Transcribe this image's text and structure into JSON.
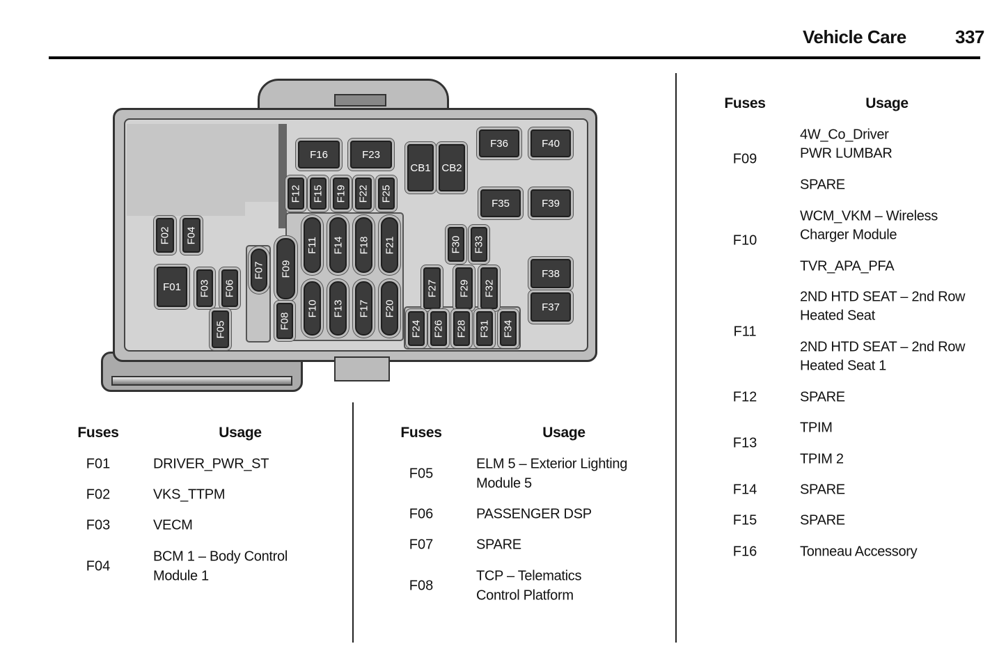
{
  "header": {
    "section": "Vehicle Care",
    "page": "337"
  },
  "diagram": {
    "labels": [
      "F16",
      "F23",
      "CB1",
      "CB2",
      "F36",
      "F40",
      "F35",
      "F39",
      "F38",
      "F37",
      "F01",
      "F12",
      "F15",
      "F19",
      "F22",
      "F25",
      "F11",
      "F14",
      "F18",
      "F21",
      "F10",
      "F13",
      "F17",
      "F20",
      "F02",
      "F04",
      "F03",
      "F06",
      "F05",
      "F07",
      "F09",
      "F08",
      "F30",
      "F33",
      "F27",
      "F29",
      "F32",
      "F24",
      "F26",
      "F28",
      "F31",
      "F34"
    ]
  },
  "tables": [
    {
      "fuses_header": "Fuses",
      "usage_header": "Usage",
      "rows": [
        {
          "fuse": "F01",
          "usage": [
            "DRIVER_PWR_ST"
          ]
        },
        {
          "fuse": "F02",
          "usage": [
            "VKS_TTPM"
          ]
        },
        {
          "fuse": "F03",
          "usage": [
            "VECM"
          ]
        },
        {
          "fuse": "F04",
          "usage": [
            "BCM 1 – Body Control",
            "Module 1"
          ]
        }
      ]
    },
    {
      "fuses_header": "Fuses",
      "usage_header": "Usage",
      "rows": [
        {
          "fuse": "F05",
          "usage": [
            "ELM 5 – Exterior Lighting",
            "Module 5"
          ]
        },
        {
          "fuse": "F06",
          "usage": [
            "PASSENGER DSP"
          ]
        },
        {
          "fuse": "F07",
          "usage": [
            "SPARE"
          ]
        },
        {
          "fuse": "F08",
          "usage": [
            "TCP – Telematics",
            "Control Platform"
          ]
        }
      ]
    },
    {
      "fuses_header": "Fuses",
      "usage_header": "Usage",
      "rows": [
        {
          "fuse": "F09",
          "usage": [
            "4W_Co_Driver",
            "PWR LUMBAR",
            "SPARE"
          ]
        },
        {
          "fuse": "F10",
          "usage": [
            "WCM_VKM – Wireless",
            "Charger Module",
            "TVR_APA_PFA"
          ]
        },
        {
          "fuse": "F11",
          "usage": [
            "2ND HTD SEAT – 2nd Row",
            "Heated Seat",
            "2ND HTD SEAT – 2nd Row",
            "Heated Seat 1"
          ]
        },
        {
          "fuse": "F12",
          "usage": [
            "SPARE"
          ]
        },
        {
          "fuse": "F13",
          "usage": [
            "TPIM",
            "TPIM 2"
          ]
        },
        {
          "fuse": "F14",
          "usage": [
            "SPARE"
          ]
        },
        {
          "fuse": "F15",
          "usage": [
            "SPARE"
          ]
        },
        {
          "fuse": "F16",
          "usage": [
            "Tonneau Accessory"
          ]
        }
      ]
    }
  ]
}
